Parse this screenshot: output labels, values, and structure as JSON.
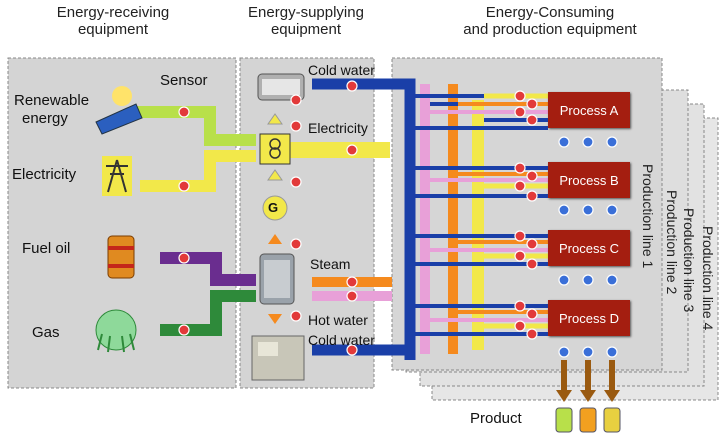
{
  "headers": {
    "receiving": [
      "Energy-receiving",
      "equipment"
    ],
    "supplying": [
      "Energy-supplying",
      "equipment"
    ],
    "consuming": [
      "Energy-Consuming",
      "and production equipment"
    ]
  },
  "receiving_items": {
    "sensor": "Sensor",
    "renewable": [
      "Renewable",
      "energy"
    ],
    "electricity": "Electricity",
    "fuel_oil": "Fuel oil",
    "gas": "Gas"
  },
  "supply_labels": {
    "cold_water_top": "Cold water",
    "electricity": "Electricity",
    "steam": "Steam",
    "hot_water": "Hot water",
    "cold_water_bottom": "Cold water",
    "generator": "G"
  },
  "processes": [
    "Process A",
    "Process B",
    "Process C",
    "Process D"
  ],
  "production_lines": [
    "Production line 1",
    "Production line 2",
    "Production line 3",
    "Production line 4"
  ],
  "product": "Product",
  "colors": {
    "cold_water": "#1a3fa8",
    "electricity": "#f2e84a",
    "renewable": "#b8e04a",
    "steam": "#f58a1e",
    "hot_water": "#e8a0d8",
    "fuel_oil": "#6a2d8f",
    "gas": "#2e8a3a",
    "process": "#a41e10",
    "sensor": "#e23a3a",
    "sensor_blue": "#3a6fd8"
  }
}
